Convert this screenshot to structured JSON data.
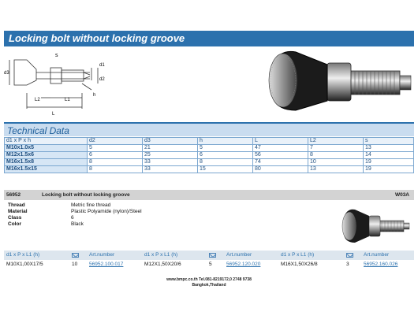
{
  "title": "Locking bolt without locking groove",
  "drawing_labels": {
    "s": "s",
    "d3": "d3",
    "d1": "d1",
    "d2": "d2",
    "L2": "L2",
    "L1": "L1",
    "h": "h",
    "L": "L"
  },
  "technical": {
    "header": "Technical Data",
    "columns": [
      "d1 x P x h",
      "d2",
      "d3",
      "h",
      "L",
      "L2",
      "s"
    ],
    "rows": [
      [
        "M10x1.0x5",
        "5",
        "21",
        "5",
        "47",
        "7",
        "13"
      ],
      [
        "M12x1.5x6",
        "6",
        "25",
        "6",
        "56",
        "8",
        "14"
      ],
      [
        "M16x1.5x8",
        "8",
        "33",
        "8",
        "74",
        "10",
        "19"
      ],
      [
        "M16x1.5x15",
        "8",
        "33",
        "15",
        "80",
        "13",
        "19"
      ]
    ]
  },
  "product": {
    "code": "56952",
    "name": "Locking bolt without locking groove",
    "series": "W03A",
    "properties": [
      {
        "key": "Thread",
        "value": "Metric fine thread"
      },
      {
        "key": "Material",
        "value": "Plastic Polyamide (nylon)/Steel"
      },
      {
        "key": "Class",
        "value": "6"
      },
      {
        "key": "Color",
        "value": "Black"
      }
    ]
  },
  "articles": {
    "col_label": "d1 x P x L1 (h)",
    "art_label": "Art.number",
    "items": [
      {
        "size": "M10X1,00X17/5",
        "qty": "10",
        "art": "56952.100.017"
      },
      {
        "size": "M12X1,50X20/6",
        "qty": "5",
        "art": "56952.120.020"
      },
      {
        "size": "M16X1,50X26/8",
        "qty": "3",
        "art": "56952.160.026"
      }
    ]
  },
  "footer": {
    "line1": "www.bmpc.co.th Tel.081-8219172,0 2748 9738",
    "line2": "Bangkok,Thailand"
  }
}
